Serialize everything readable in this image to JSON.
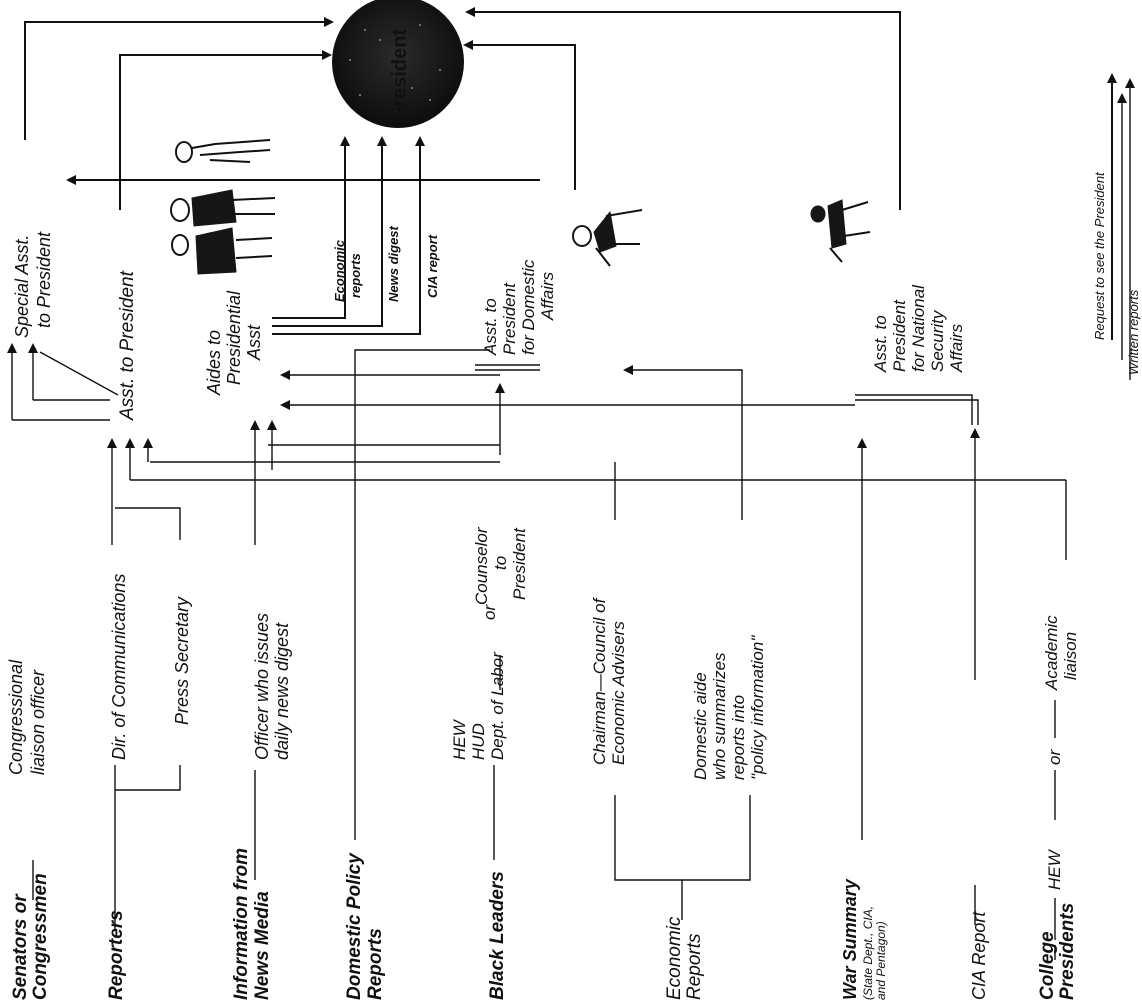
{
  "president": "President",
  "nodes": {
    "special_asst": [
      "Special Asst.",
      "to President"
    ],
    "asst_to_president": "Asst. to President",
    "aides": [
      "Aides to",
      "Presidential",
      "Asst"
    ],
    "asst_domestic": [
      "Asst. to",
      "President",
      "for Domestic",
      "Affairs"
    ],
    "asst_national": [
      "Asst. to",
      "President",
      "for National",
      "Security",
      "Affairs"
    ]
  },
  "report_labels": {
    "economic": [
      "Economic",
      "reports"
    ],
    "news_digest": "News digest",
    "cia_report": "CIA report"
  },
  "mid_labels": {
    "congressional": [
      "Congressional",
      "liaison officer"
    ],
    "dir_comm": "Dir. of Communications",
    "press_secretary": "Press Secretary",
    "officer_news": [
      "Officer who issues",
      "daily news digest"
    ],
    "depts": [
      "HEW",
      "HUD",
      "Dept. of Labor"
    ],
    "or1": "or",
    "counselor": [
      "Counselor",
      "to",
      "President"
    ],
    "chairman": [
      "Chairman—Council of",
      "Economic Advisers"
    ],
    "domestic_aide": [
      "Domestic aide",
      "who summarizes",
      "reports into",
      "\"policy information\""
    ],
    "hew2": "HEW",
    "or2": "or",
    "academic": [
      "Academic",
      "liaison"
    ]
  },
  "sources": {
    "senators": [
      "Senators or",
      "Congressmen"
    ],
    "reporters": "Reporters",
    "news_media": [
      "Information from",
      "News Media"
    ],
    "domestic_policy": [
      "Domestic Policy",
      "Reports"
    ],
    "black_leaders": "Black Leaders",
    "economic_reports": [
      "Economic",
      "Reports"
    ],
    "war_summary": "War Summary",
    "war_summary_sub": [
      "(State Dept., CIA,",
      "and Pentagon)"
    ],
    "cia_report": "CIA Report",
    "college": [
      "College",
      "Presidents"
    ]
  },
  "legend": {
    "request": "Request to see the President",
    "written": "Written reports"
  }
}
